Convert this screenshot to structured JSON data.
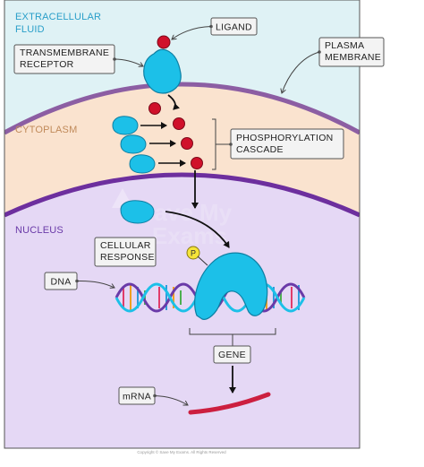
{
  "regions": {
    "extracellular": "EXTRACELLULAR\nFLUID",
    "cytoplasm": "CYTOPLASM",
    "nucleus": "NUCLEUS"
  },
  "labels": {
    "ligand": "LIGAND",
    "receptor": "TRANSMEMBRANE\nRECEPTOR",
    "plasma_membrane": "PLASMA\nMEMBRANE",
    "phosphorylation": "PHOSPHORYLATION\nCASCADE",
    "cellular_response": "CELLULAR\nRESPONSE",
    "dna": "DNA",
    "gene": "GENE",
    "mrna": "mRNA",
    "phosphate": "P"
  },
  "watermark": "Save My\nExams",
  "footer": "Copyright © Save My Exams. All Rights Reserved",
  "colors": {
    "extracellular_bg": "#dff2f5",
    "cytoplasm_bg": "#fae3cf",
    "nucleus_bg": "#e5d8f5",
    "membrane": "#8c5ea3",
    "nuclear_envelope": "#6d2f9e",
    "protein": "#1cc0e8",
    "ligand": "#d0112b",
    "phosphate": "#f5e43a",
    "mrna": "#cc1f3f",
    "region_text_blue": "#2a9fc9",
    "region_text_purple": "#6a3aa8"
  }
}
